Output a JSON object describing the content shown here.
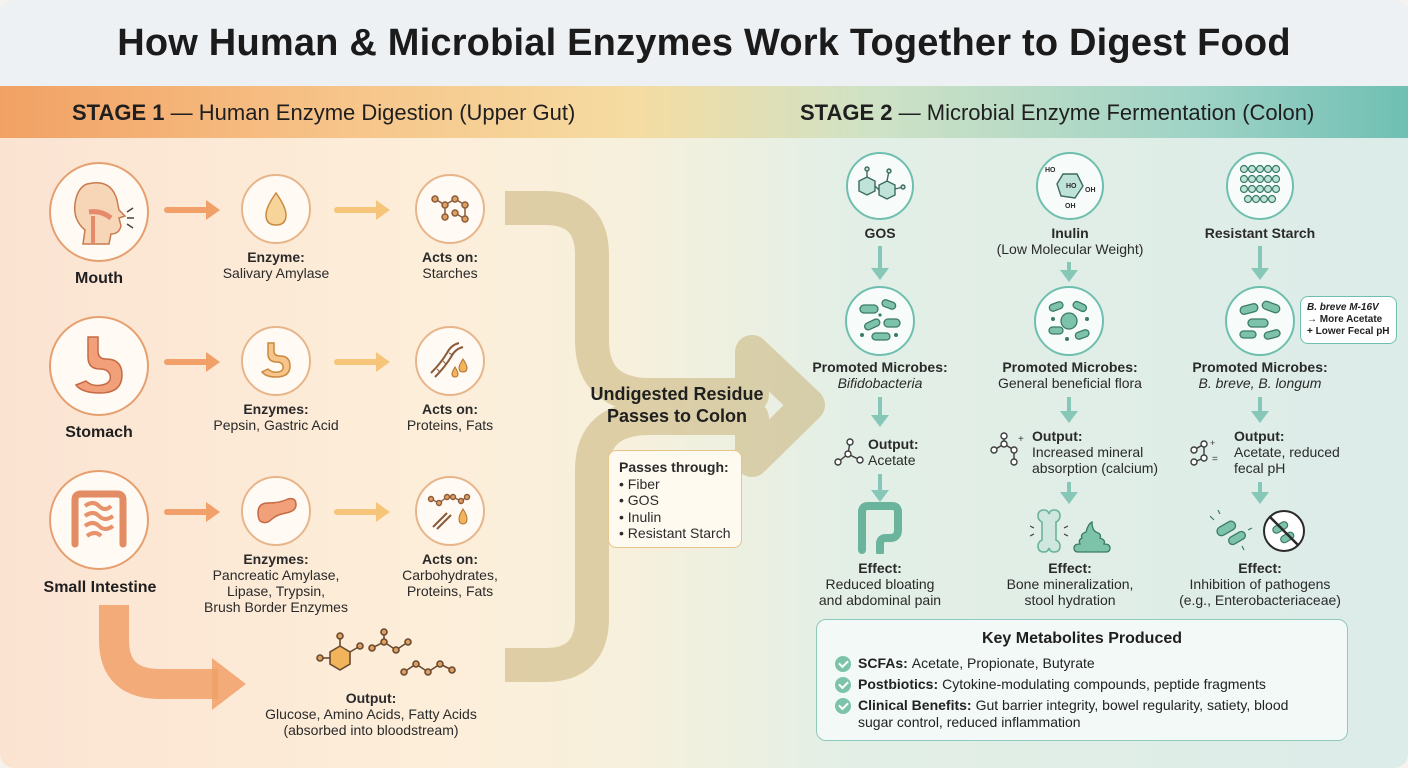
{
  "title": "How Human & Microbial Enzymes Work Together to Digest Food",
  "stage1": {
    "label": "STAGE 1",
    "title": "— Human Enzyme Digestion (Upper Gut)",
    "rows": [
      {
        "organ": "Mouth",
        "enzyme_label": "Enzyme:",
        "enzyme_lines": [
          "Salivary Amylase"
        ],
        "acts_label": "Acts on:",
        "acts_lines": [
          "Starches"
        ]
      },
      {
        "organ": "Stomach",
        "enzyme_label": "Enzymes:",
        "enzyme_lines": [
          "Pepsin, Gastric Acid"
        ],
        "acts_label": "Acts on:",
        "acts_lines": [
          "Proteins, Fats"
        ]
      },
      {
        "organ": "Small Intestine",
        "enzyme_label": "Enzymes:",
        "enzyme_lines": [
          "Pancreatic Amylase,",
          "Lipase, Trypsin,",
          "Brush Border Enzymes"
        ],
        "acts_label": "Acts on:",
        "acts_lines": [
          "Carbohydrates,",
          "Proteins, Fats"
        ]
      }
    ],
    "output": {
      "label": "Output:",
      "lines": [
        "Glucose, Amino Acids, Fatty Acids",
        "(absorbed into bloodstream)"
      ]
    }
  },
  "residue": {
    "label": "Undigested Residue Passes to Colon",
    "passes_title": "Passes through:",
    "passes_items": [
      "Fiber",
      "GOS",
      "Inulin",
      "Resistant Starch"
    ]
  },
  "stage2": {
    "label": "STAGE 2",
    "title": "— Microbial Enzyme Fermentation (Colon)",
    "columns": [
      {
        "substrate_lines": [
          "GOS"
        ],
        "microbes_label": "Promoted Microbes:",
        "microbes_value": "Bifidobacteria",
        "microbes_italic": true,
        "output_label": "Output:",
        "output_lines": [
          "Acetate"
        ],
        "effect_label": "Effect:",
        "effect_lines": [
          "Reduced bloating",
          "and abdominal pain"
        ]
      },
      {
        "substrate_lines": [
          "Inulin",
          "(Low Molecular Weight)"
        ],
        "microbes_label": "Promoted Microbes:",
        "microbes_value": "General beneficial flora",
        "microbes_italic": false,
        "output_label": "Output:",
        "output_lines": [
          "Increased mineral",
          "absorption (calcium)"
        ],
        "effect_label": "Effect:",
        "effect_lines": [
          "Bone mineralization,",
          "stool hydration"
        ]
      },
      {
        "substrate_lines": [
          "Resistant Starch"
        ],
        "microbes_label": "Promoted Microbes:",
        "microbes_value": "B. breve, B. longum",
        "microbes_italic": true,
        "output_label": "Output:",
        "output_lines": [
          "Acetate, reduced",
          "fecal pH"
        ],
        "effect_label": "Effect:",
        "effect_lines": [
          "Inhibition of pathogens",
          "(e.g., Enterobacteriaceae)"
        ]
      }
    ],
    "callout": {
      "strain": "B. breve M-16V",
      "line2": "→ More Acetate",
      "line3": "+ Lower Fecal pH"
    },
    "inulin_molecule_labels": [
      "HO",
      "HO",
      "OH",
      "OH"
    ]
  },
  "key_metabolites": {
    "title": "Key Metabolites Produced",
    "items": [
      {
        "label": "SCFAs:",
        "text": "Acetate, Propionate, Butyrate"
      },
      {
        "label": "Postbiotics:",
        "text": "Cytokine-modulating compounds, peptide fragments"
      },
      {
        "label": "Clinical Benefits:",
        "text": "Gut barrier integrity, bowel regularity, satiety, blood",
        "text2": "sugar control, reduced inflammation"
      }
    ]
  },
  "colors": {
    "stage1_accent": "#f0a068",
    "stage2_accent": "#6fbfb3",
    "flow_band": "#c9b27a"
  }
}
